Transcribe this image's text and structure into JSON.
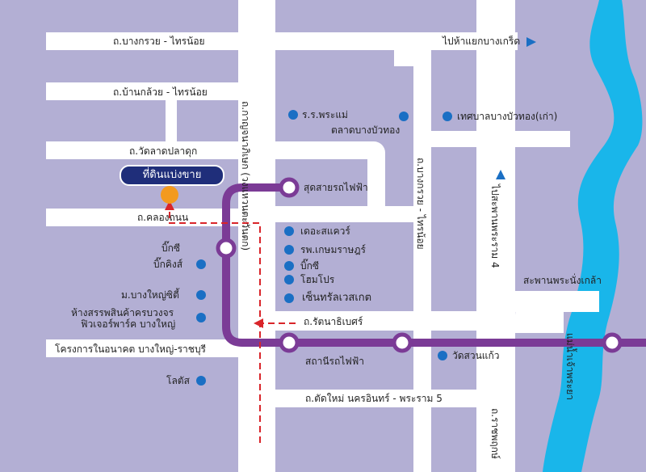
{
  "colors": {
    "background": "#b3afd4",
    "road": "#ffffff",
    "rail_line": "#7b3b96",
    "river": "#19b6ea",
    "poi_dot": "#1a6fc4",
    "land_marker": "#f39a1f",
    "badge": "#1f2e7a",
    "route_dash": "#d9252a"
  },
  "roads": {
    "bang_kruai_sai_noi": "ถ.บางกรวย - ไทรน้อย",
    "ban_kluai_sai_noi": "ถ.บ้านกล้วย - ไทรน้อย",
    "wat_lat_pla_duk": "ถ.วัดลาดปลาดุก",
    "khlong_thanon": "ถ.คลองถนน",
    "kanchanaphisek": "ถ.กาญจนาภิเษก (วงแหวนตะวันตก)",
    "bang_kruai_sai_noi_vertical": "ถ.บางกรวย - ไทรน้อย",
    "rattanathibet": "ถ.รัตนาธิเบศร์",
    "tat_mai_nakhon_in": "ถ.ตัดใหม่ นครอินทร์ - พระราม 5",
    "rachaphruek": "ถ.ราชพฤกษ์",
    "phra_ram_4_bridge": "ไปสะพานพระราม 4",
    "to_bang_kruet": "ไปห้าแยกบางเกร็ด",
    "nang_klao_bridge": "สะพานพระนั่งเกล้า",
    "future_project": "โครงการในอนาคต บางใหญ่-ราชบุรี",
    "river": "แม่น้ำเจ้าพระยา"
  },
  "rail": {
    "terminus": "สุดสายรถไฟฟ้า",
    "station": "สถานีรถไฟฟ้า"
  },
  "land_for_sale": "ที่ดินแบ่งขาย",
  "pois_left": [
    "บิ๊กซี",
    "บิ๊กคิงส์",
    "ม.บางใหญ่ซิตี้",
    "ห้างสรรพสินค้าครบวงจร",
    "ฟิวเจอร์พาร์ค บางใหญ่",
    "โลตัส"
  ],
  "pois_center": [
    "ร.ร.พระแม่",
    "ตลาดบางบัวทอง",
    "เทศบาลบางบัวทอง(เก่า)",
    "เดอะสแควร์",
    "รพ.เกษมราษฎร์",
    "บิ๊กซี",
    "โฮมโปร",
    "เซ็นทรัลเวสเกต",
    "วัดสวนแก้ว"
  ]
}
